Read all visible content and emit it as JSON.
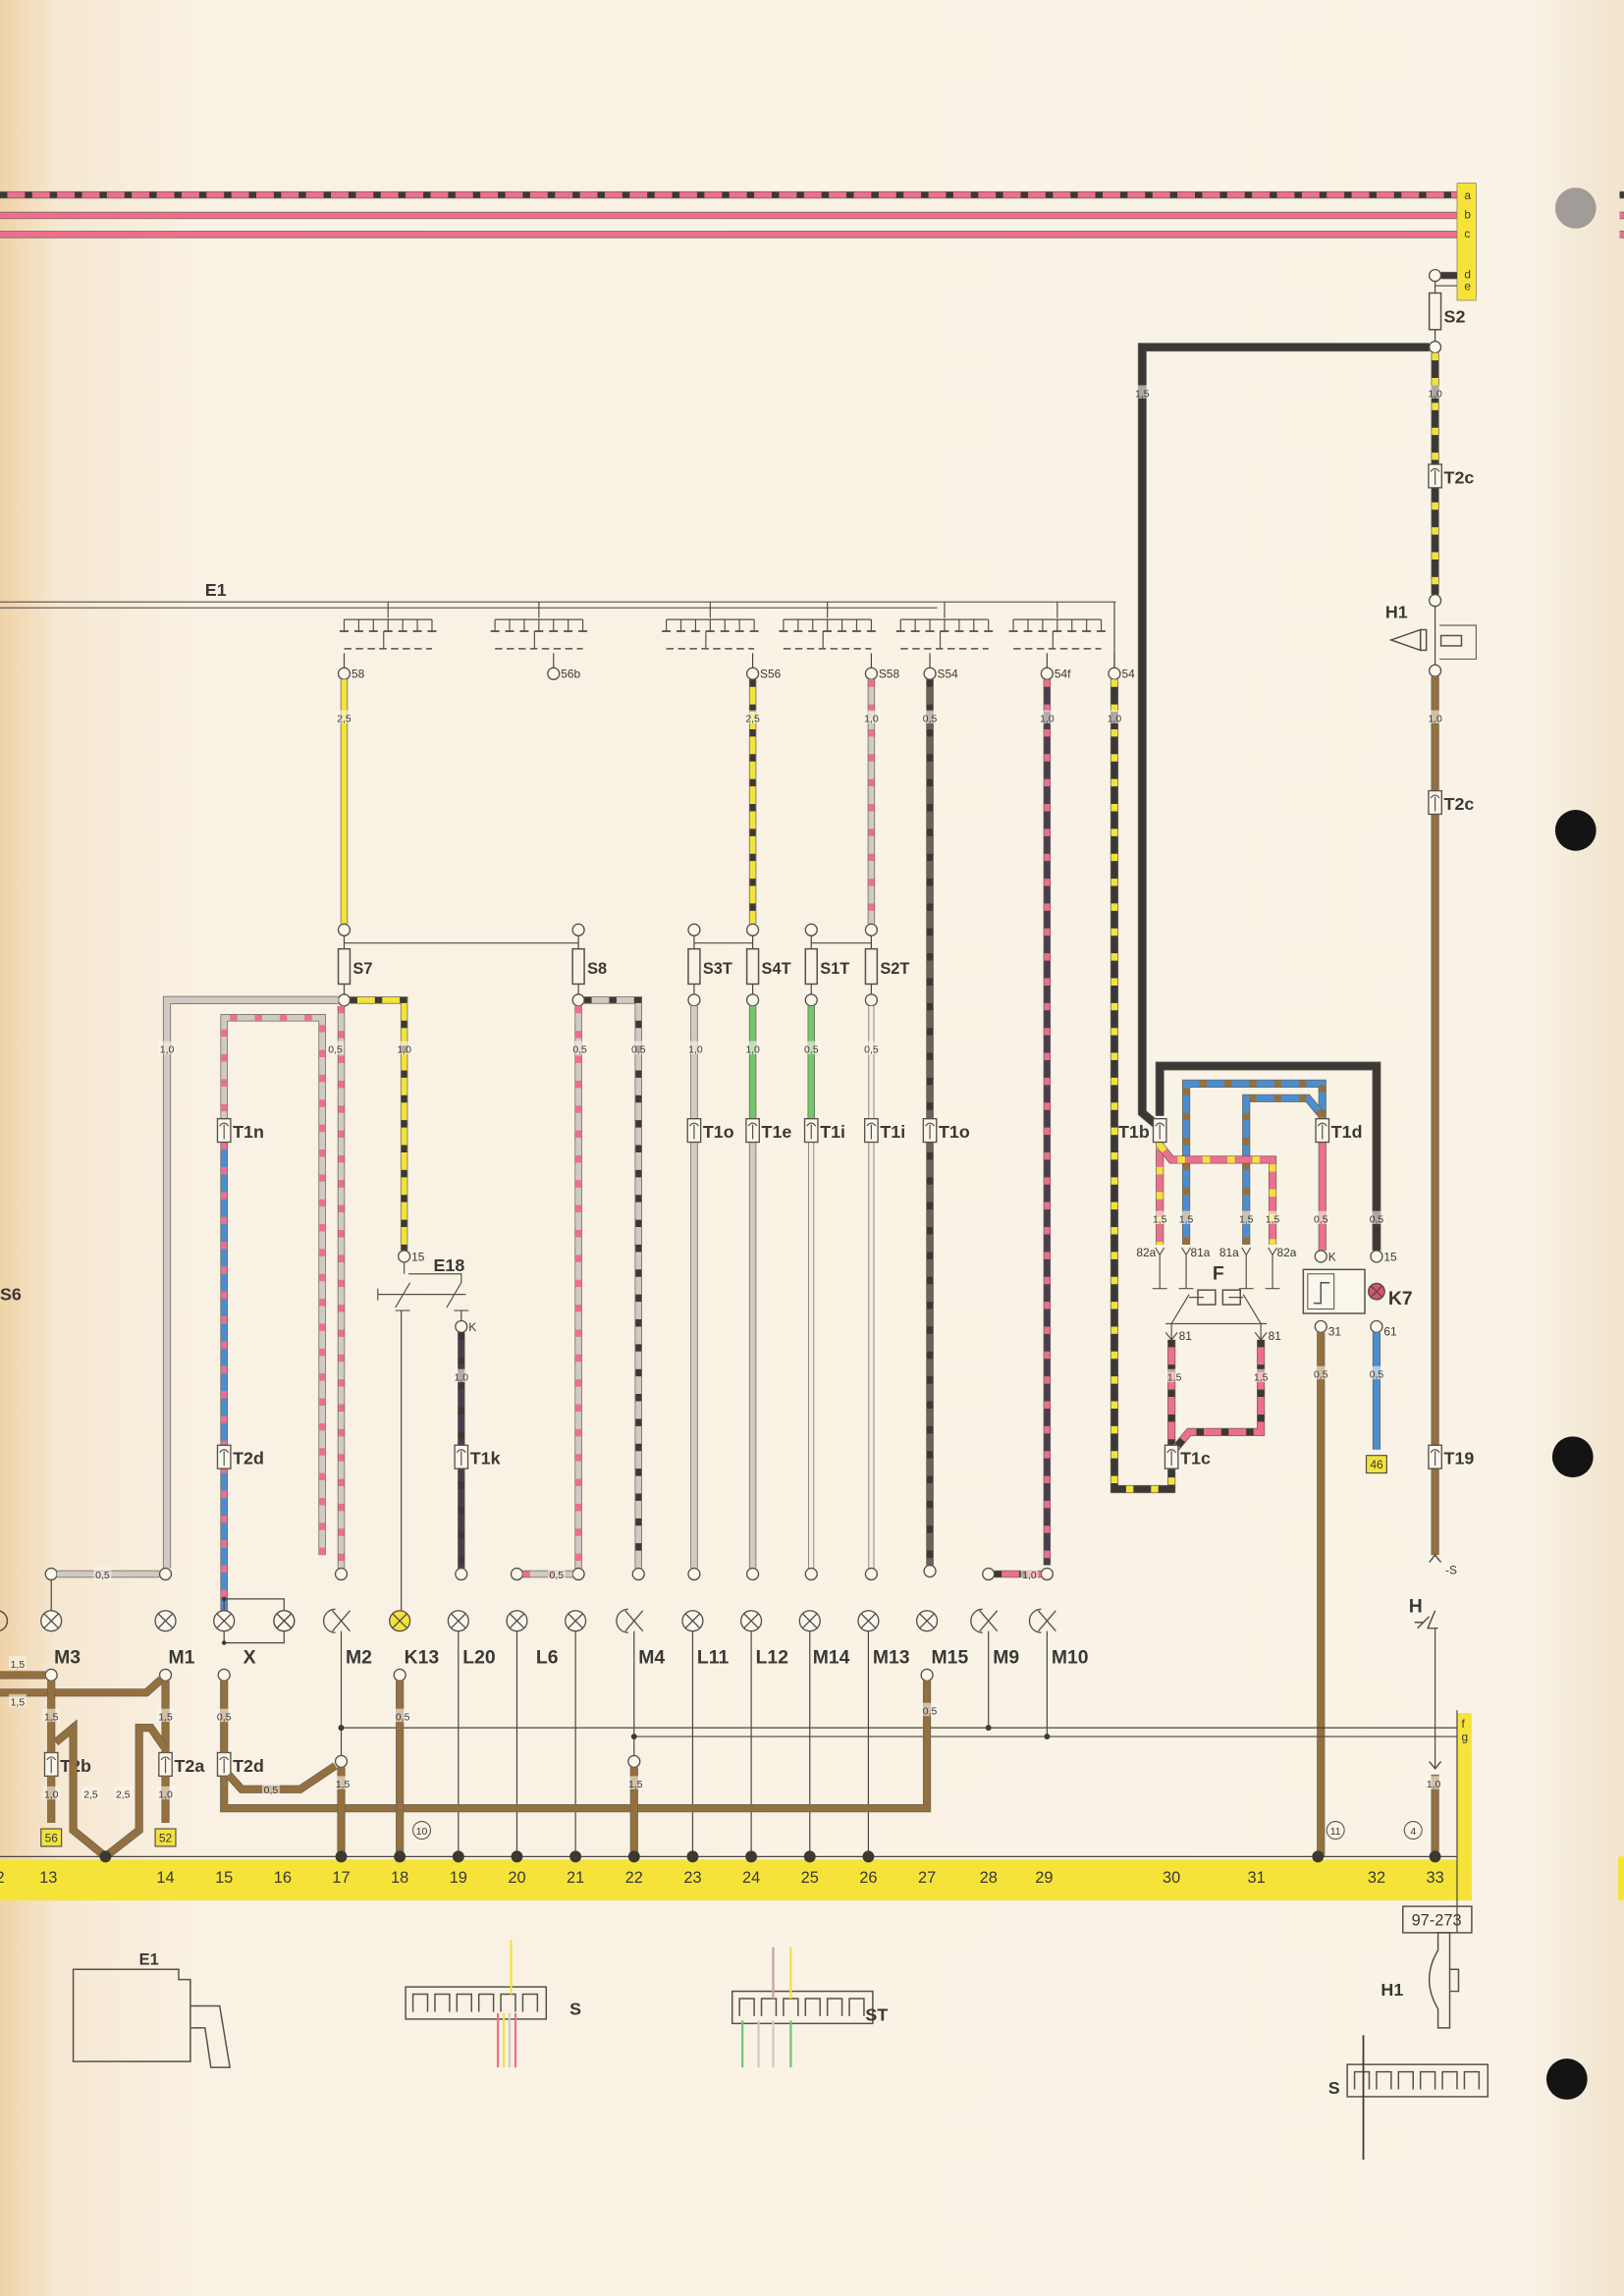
{
  "diagram_ref": "97-273",
  "bus_top": [
    "a",
    "b",
    "c",
    "d",
    "e"
  ],
  "bus_side": [
    "f",
    "g"
  ],
  "columns": [
    "2",
    "13",
    "14",
    "15",
    "16",
    "17",
    "18",
    "19",
    "20",
    "21",
    "22",
    "23",
    "24",
    "25",
    "26",
    "27",
    "28",
    "29",
    "30",
    "31",
    "32",
    "33"
  ],
  "switch": {
    "name": "E1",
    "terminals": [
      "58",
      "56b",
      "S56",
      "S58",
      "S54",
      "54f",
      "54"
    ]
  },
  "fuses": [
    "S7",
    "S8",
    "S3T",
    "S4T",
    "S1T",
    "S2T",
    "S2"
  ],
  "connectors": [
    "T2c",
    "T2c",
    "T1n",
    "T2d",
    "T1k",
    "T1o",
    "T1e",
    "T1i",
    "T1i",
    "T1o",
    "T1b",
    "T1d",
    "T1c",
    "T19",
    "T2b",
    "T2a",
    "T2d"
  ],
  "lamps": [
    "M3",
    "M1",
    "X",
    "M2",
    "K13",
    "L20",
    "L6",
    "M4",
    "L11",
    "L12",
    "M14",
    "M13",
    "M15",
    "M9",
    "M10"
  ],
  "relay_F": {
    "name": "F",
    "terminals": [
      "82a",
      "81a",
      "81a",
      "82a",
      "81",
      "81"
    ]
  },
  "indicator_K7": {
    "name": "K7",
    "terminals": [
      "K",
      "15",
      "31",
      "61"
    ]
  },
  "switch_E18": {
    "name": "E18",
    "terminals": [
      "15",
      "K"
    ]
  },
  "horn_H1": {
    "name": "H1"
  },
  "horn_button": {
    "name": "H",
    "terminal": "S"
  },
  "gauges": [
    "1,5",
    "1,0",
    "1,0",
    "2,5",
    "2,5",
    "1,0",
    "0,5",
    "1,0",
    "1,0",
    "1,0",
    "0,5",
    "1,0",
    "0,5",
    "0,5",
    "1,0",
    "1,0",
    "0,5",
    "0,5",
    "1,0",
    "1,5",
    "1,5",
    "1,5",
    "1,5",
    "0,5",
    "0,5",
    "1,5",
    "1,5",
    "0,5",
    "0,5",
    "0,5",
    "0,5",
    "1,0",
    "1,5",
    "1,5",
    "1,5",
    "1,5",
    "0,5",
    "0,5",
    "0,5",
    "1,0",
    "2,5",
    "2,5",
    "1,0",
    "0,5",
    "1,5",
    "1,5",
    "1,0"
  ],
  "ground_refs": [
    "10",
    "11",
    "4"
  ],
  "destinations": [
    "56",
    "52",
    "46"
  ],
  "edge_labels": [
    "S6"
  ],
  "legend_parts": [
    "E1",
    "S",
    "ST",
    "H1",
    "S"
  ],
  "colors": {
    "brown": "#94703f",
    "black": "#3b3836",
    "grey": "#cfcbc3",
    "yellow": "#f2e33c",
    "pink": "#ec6f8e",
    "blue": "#4b8ed0",
    "green": "#72c66c",
    "purple": "#4a3d4f",
    "band": "#f6e33a"
  }
}
